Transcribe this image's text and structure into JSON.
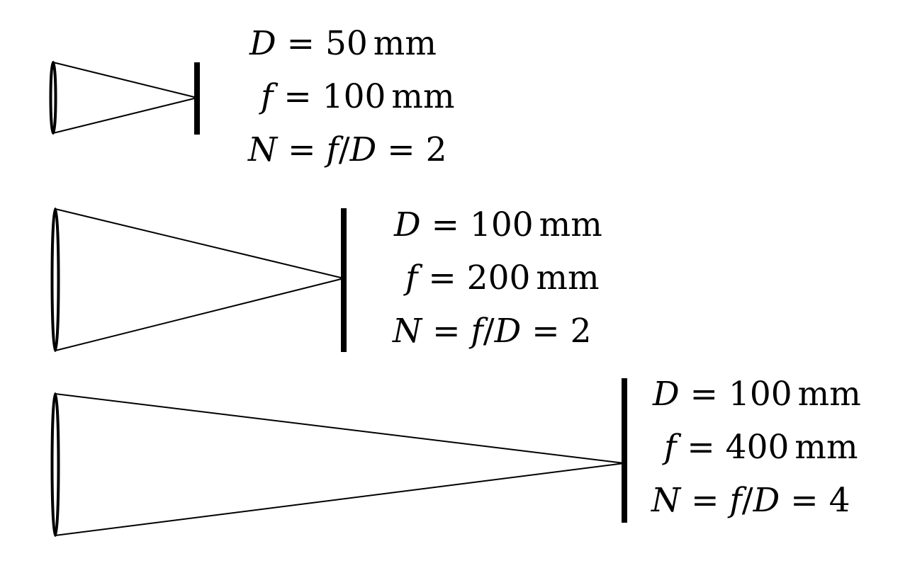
{
  "symbols": {
    "D": "D",
    "f": "f",
    "N": "N",
    "eq": " = ",
    "slash": "/"
  },
  "units": {
    "mm": "mm"
  },
  "systems": [
    {
      "D": "50",
      "f": "100",
      "N": "2"
    },
    {
      "D": "100",
      "f": "200",
      "N": "2"
    },
    {
      "D": "100",
      "f": "400",
      "N": "4"
    }
  ],
  "colors": {
    "ink": "#000000",
    "background": "#ffffff"
  }
}
